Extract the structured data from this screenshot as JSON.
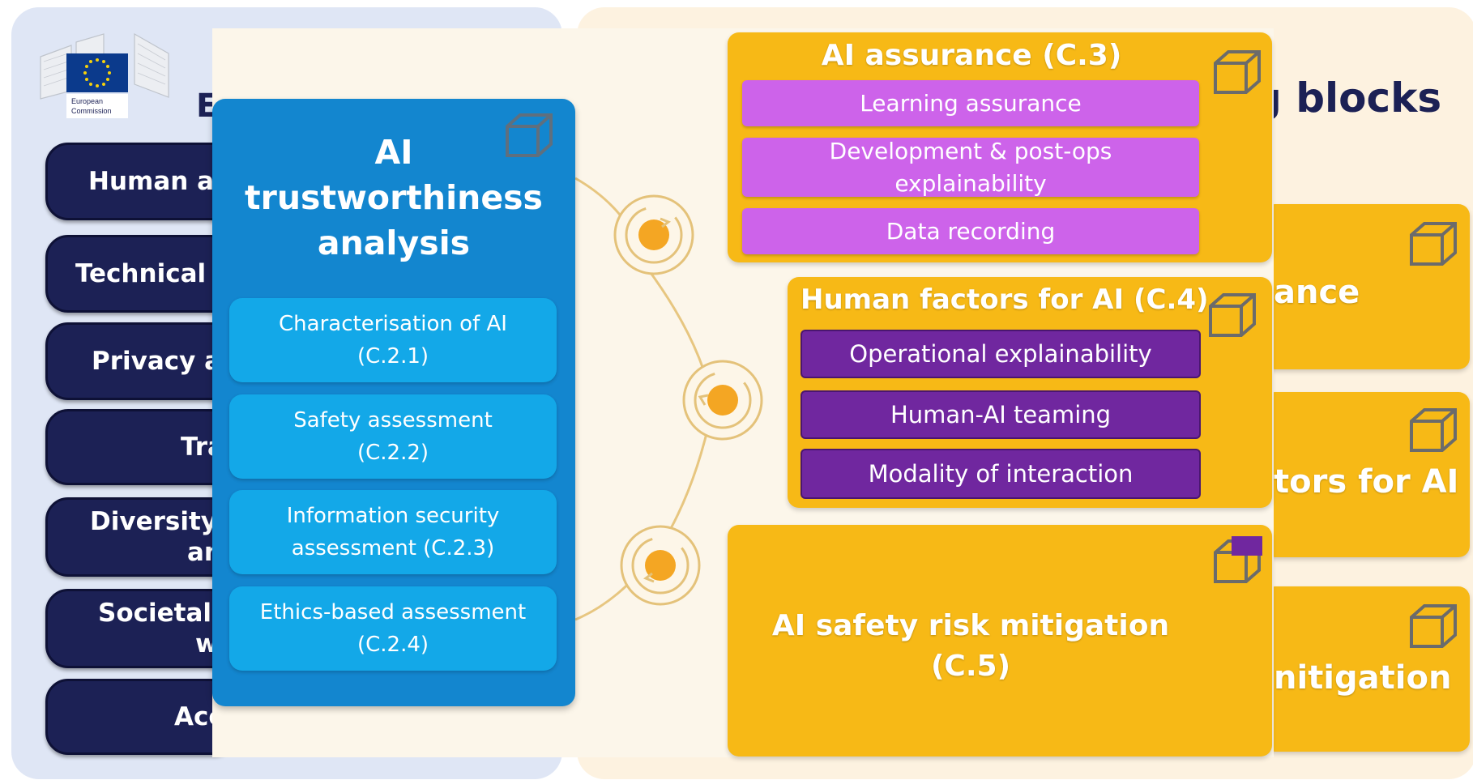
{
  "branding": {
    "logo_line1": "European",
    "logo_line2": "Commission",
    "bg_heading_left": "E",
    "bg_heading_right": "g blocks"
  },
  "ethics_requirements": [
    "Human age",
    "Technical ro",
    "Privacy and",
    "Tra",
    "Diversity, n",
    "an",
    "Societal ar",
    "w",
    "Acc"
  ],
  "trustworthiness": {
    "title_line1": "AI",
    "title_line2": "trustworthiness",
    "title_line3": "analysis",
    "items": [
      {
        "line1": "Characterisation of AI",
        "line2": "(C.2.1)"
      },
      {
        "line1": "Safety assessment",
        "line2": "(C.2.2)"
      },
      {
        "line1": "Information security",
        "line2": "assessment (C.2.3)"
      },
      {
        "line1": "Ethics-based assessment",
        "line2": "(C.2.4)"
      }
    ]
  },
  "assurance": {
    "title": "AI assurance (C.3)",
    "items": [
      "Learning assurance",
      "Development & post-ops",
      "explainability",
      "Data recording"
    ]
  },
  "human_factors": {
    "title": "Human factors for AI (C.4)",
    "items": [
      "Operational explainability",
      "Human-AI teaming",
      "Modality of interaction"
    ]
  },
  "safety": {
    "title": "AI safety risk mitigation (C.5)"
  },
  "background_right_blocks": [
    "ance",
    "tors for AI",
    "nitigation"
  ],
  "colors": {
    "navy": "#1c2155",
    "blue_panel": "#1386cf",
    "cyan_item": "#13a8e8",
    "gold": "#f7b916",
    "magenta": "#cd63ea",
    "purple": "#70279f",
    "orange_dot": "#f4a623"
  },
  "icons": [
    "european-commission-logo",
    "cube-icon",
    "cycle-arrow-icon"
  ]
}
